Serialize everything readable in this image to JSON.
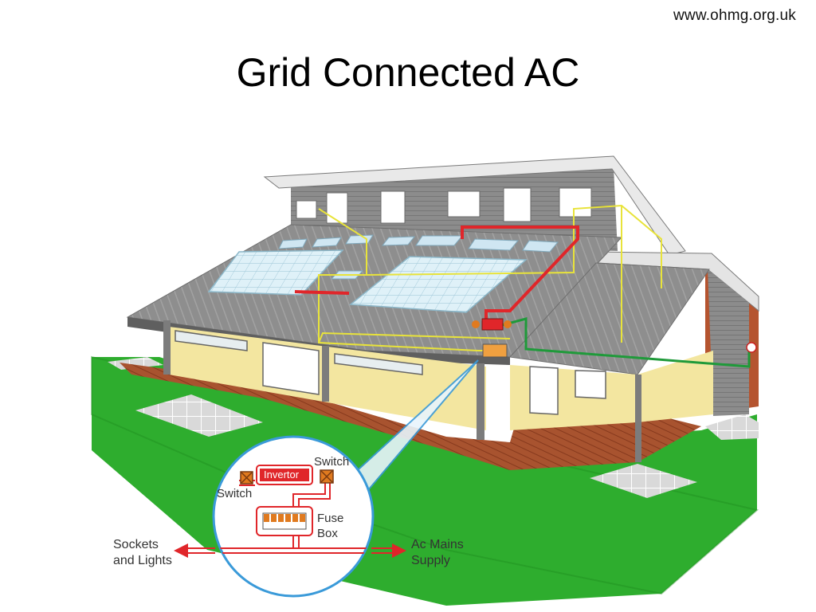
{
  "header": {
    "site_url": "www.ohmg.org.uk",
    "title": "Grid Connected AC"
  },
  "diagram": {
    "callout": {
      "switch_left": "Switch",
      "switch_right": "Switch",
      "invertor": "Invertor",
      "fuse_box_line1": "Fuse",
      "fuse_box_line2": "Box"
    },
    "outputs": {
      "left_line1": "Sockets",
      "left_line2": "and Lights",
      "right_line1": "Ac Mains",
      "right_line2": "Supply"
    },
    "colors": {
      "grass": "#2ead2e",
      "roof": "#8a8a8a",
      "wall": "#f3e6a0",
      "deck": "#9e4a2c",
      "pv_panel": "#d4ecf6",
      "dc_wiring": "#e0262a",
      "ac_wiring": "#e8e33a",
      "grid_wiring": "#1f9a3a",
      "callout_ring": "#3a9ad9"
    }
  }
}
